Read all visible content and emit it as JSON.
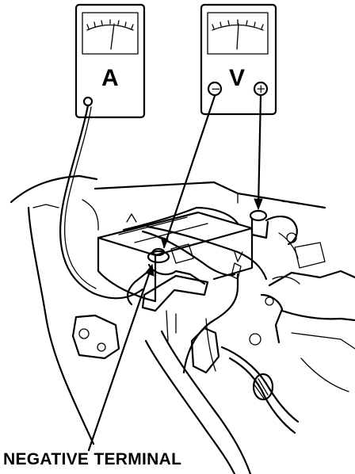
{
  "ammeter": {
    "label": "A"
  },
  "voltmeter": {
    "label": "V",
    "negative_symbol": "−",
    "positive_symbol": "+"
  },
  "callout": {
    "text": "NEGATIVE TERMINAL"
  }
}
